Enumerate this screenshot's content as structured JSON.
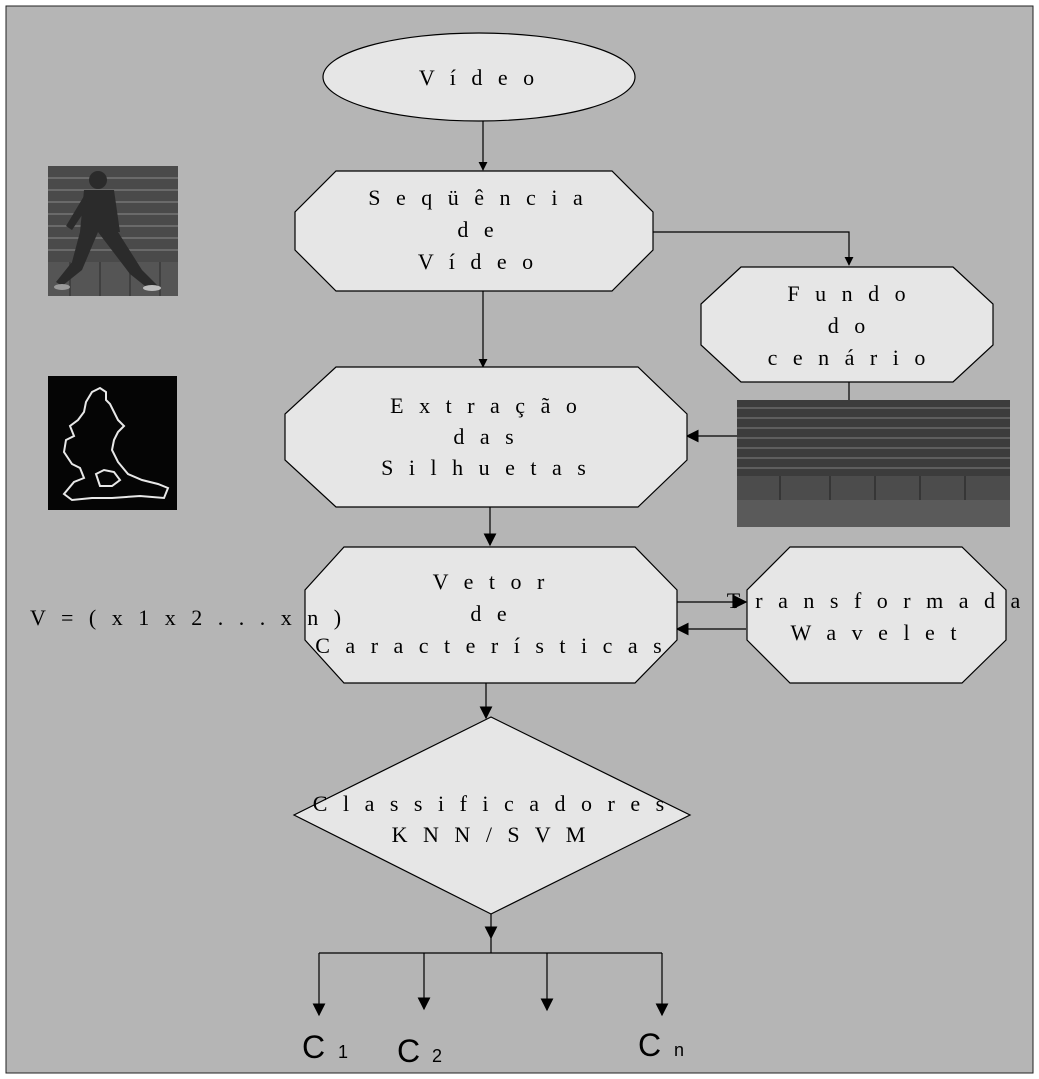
{
  "diagram": {
    "nodes": {
      "video": {
        "label": "V í d e o"
      },
      "sequence": {
        "lines": [
          "S e q ü ê n c i a",
          "d e",
          "V í d e o"
        ]
      },
      "background": {
        "lines": [
          "F u n d o",
          "d o",
          "c e n á r i o"
        ]
      },
      "extraction": {
        "lines": [
          "E x t r a ç ã o",
          "d a s",
          "S i l h u e t a s"
        ]
      },
      "feature_vector": {
        "lines": [
          "V e t o r",
          "d e",
          "C a r a c t e r í s t i c a s"
        ]
      },
      "wavelet": {
        "lines": [
          "T r a n s f o r m a d a",
          "W a v e l e t"
        ]
      },
      "classifiers": {
        "lines": [
          "C l a s s i f i c a d o r e s",
          "K N N / S V M"
        ]
      }
    },
    "vector_formula": "V  =  ( x 1  x 2 . . . x n )",
    "outputs": [
      {
        "main": "C",
        "sub": "1"
      },
      {
        "main": "C",
        "sub": "2"
      },
      {
        "main": "",
        "sub": ""
      },
      {
        "main": "C",
        "sub": "n"
      }
    ],
    "colors": {
      "canvas": "#b5b5b5",
      "node_fill": "#e6e6e6",
      "stroke": "#000000",
      "thumb_dark": "#1a1a1a"
    },
    "images": {
      "walking_person": "walking-person-photo",
      "silhouette_contour": "silhouette-contour-image",
      "background_scene": "background-scene-photo"
    }
  }
}
